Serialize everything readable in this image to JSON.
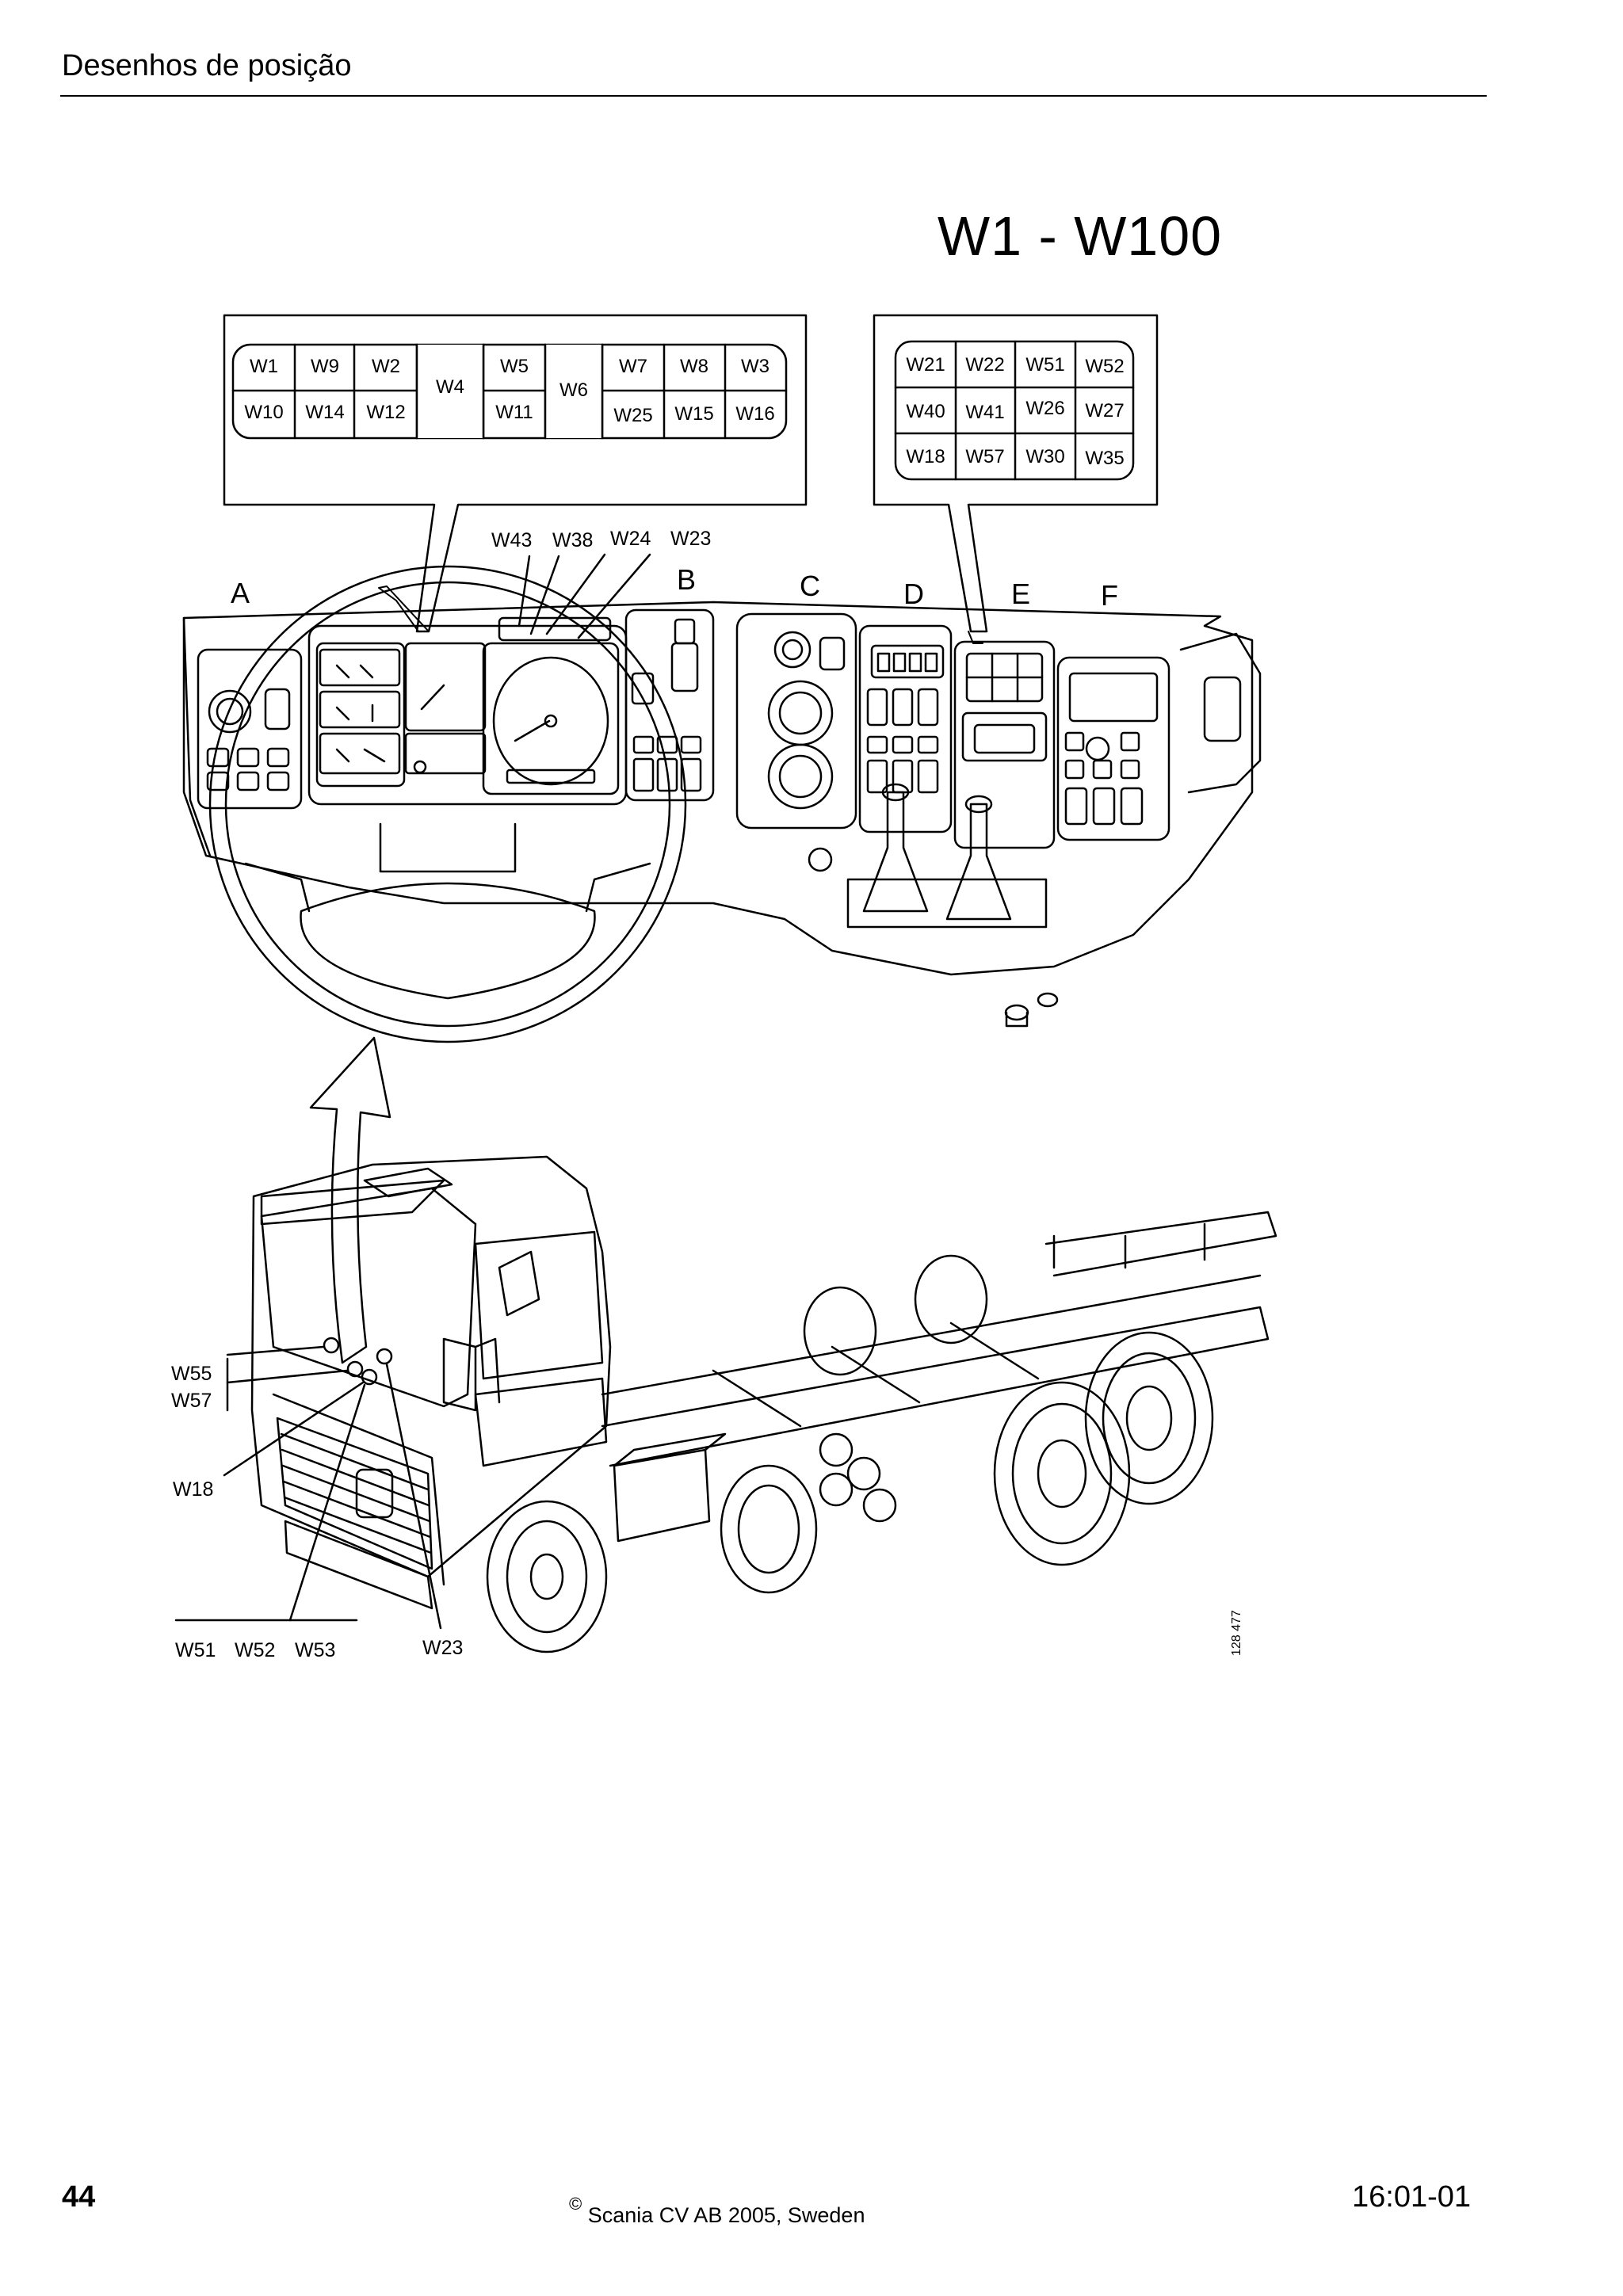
{
  "header": {
    "title": "Desenhos de posição"
  },
  "diagram_title": "W1 - W100",
  "left_panel": {
    "row1": [
      "W1",
      "W9",
      "W2",
      "W5",
      "W7",
      "W8",
      "W3"
    ],
    "row2": [
      "W10",
      "W14",
      "W12",
      "W11",
      "W25",
      "W15",
      "W16"
    ],
    "tall": [
      "W4",
      "W6"
    ]
  },
  "right_panel": {
    "rows": [
      [
        "W21",
        "W22",
        "W51",
        "W52"
      ],
      [
        "W40",
        "W41",
        "W26",
        "W27"
      ],
      [
        "W18",
        "W57",
        "W30",
        "W35"
      ]
    ]
  },
  "dash_callouts": [
    "W43",
    "W38",
    "W24",
    "W23"
  ],
  "section_letters": [
    "A",
    "B",
    "C",
    "D",
    "E",
    "F"
  ],
  "truck_callouts": {
    "w55": "W55",
    "w57": "W57",
    "w18": "W18",
    "bottom_left": [
      "W51",
      "W52",
      "W53"
    ],
    "w23": "W23"
  },
  "figure_number": "128 477",
  "footer": {
    "page_number": "44",
    "copyright_symbol": "©",
    "copyright": "Scania CV AB 2005, Sweden",
    "doc_code": "16:01-01"
  }
}
